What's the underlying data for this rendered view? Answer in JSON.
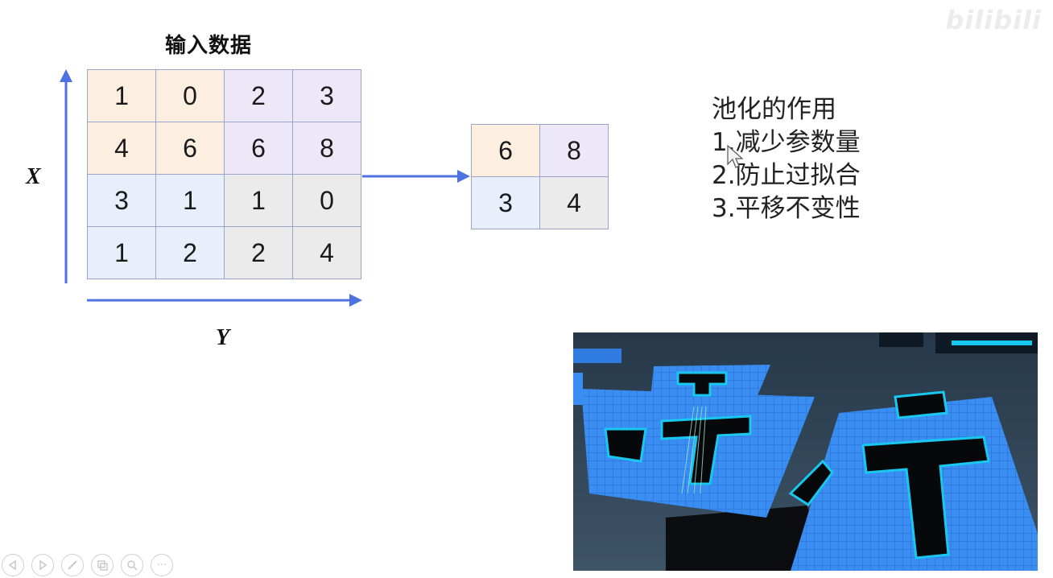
{
  "watermark": {
    "brand": "bilibili",
    "uploader": ""
  },
  "slide": {
    "input_title": "输入数据",
    "x_axis_label": "X",
    "y_axis_label": "Y",
    "input_matrix": [
      [
        "1",
        "0",
        "2",
        "3"
      ],
      [
        "4",
        "6",
        "6",
        "8"
      ],
      [
        "3",
        "1",
        "1",
        "0"
      ],
      [
        "1",
        "2",
        "2",
        "4"
      ]
    ],
    "output_matrix": [
      [
        "6",
        "8"
      ],
      [
        "3",
        "4"
      ]
    ],
    "quadrant_colors": {
      "top_left": "#fcefe0",
      "top_right": "#ede8f8",
      "bottom_left": "#e8eefa",
      "bottom_right": "#ebebeb",
      "arrow": "#4f72e3"
    },
    "notes": {
      "heading": "池化的作用",
      "items": [
        "1.减少参数量",
        "2.防止过拟合",
        "3.平移不变性"
      ]
    }
  },
  "toolbar": {
    "buttons": [
      "prev-icon",
      "play-icon",
      "pen-icon",
      "copy-icon",
      "zoom-icon",
      "more-icon"
    ],
    "more_label": "···"
  }
}
